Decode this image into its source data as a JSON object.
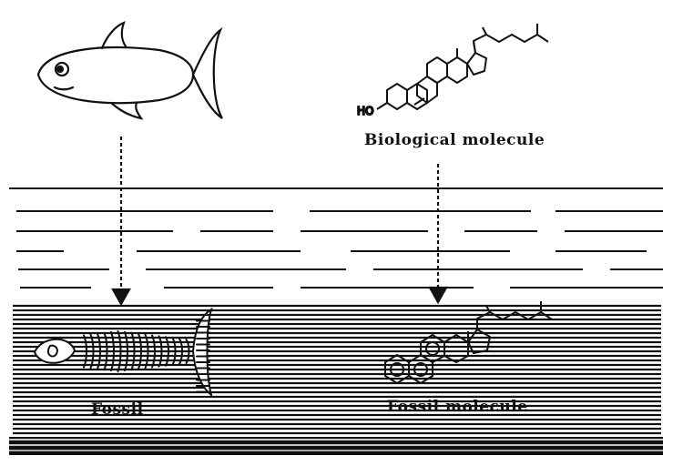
{
  "labels": {
    "biological_molecule": "Biological  molecule",
    "fossil": "Fossil",
    "fossil_molecule": "Fossil  molecule",
    "hydroxyl": "HO"
  },
  "colors": {
    "ink": "#111111",
    "background": "#ffffff"
  },
  "icons": [
    "fish-icon",
    "fish-skeleton-icon",
    "cholesterol-structure-icon",
    "aromatic-steroid-structure-icon",
    "arrow-down-icon"
  ]
}
